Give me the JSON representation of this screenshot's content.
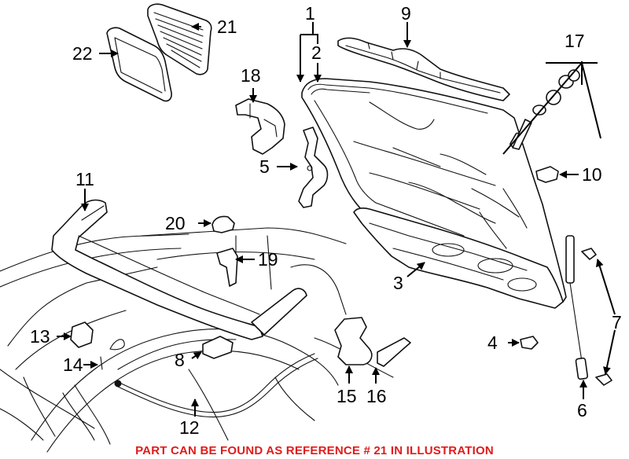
{
  "callouts": {
    "c1": "1",
    "c2": "2",
    "c3": "3",
    "c4": "4",
    "c5": "5",
    "c6": "6",
    "c7": "7",
    "c8": "8",
    "c9": "9",
    "c10": "10",
    "c11": "11",
    "c12": "12",
    "c13": "13",
    "c14": "14",
    "c15": "15",
    "c16": "16",
    "c17": "17",
    "c18": "18",
    "c19": "19",
    "c20": "20",
    "c21": "21",
    "c22": "22"
  },
  "footnote": "PART CAN BE FOUND AS REFERENCE # 21 IN ILLUSTRATION",
  "colors": {
    "line_art": "#111111",
    "footnote": "#e01b1b",
    "background": "#ffffff"
  }
}
